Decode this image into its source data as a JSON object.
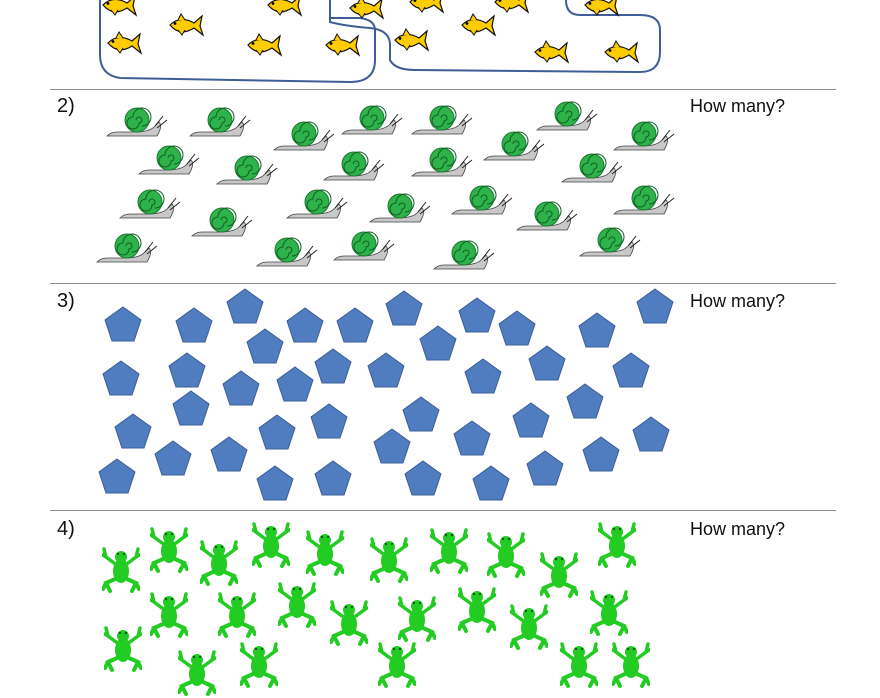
{
  "colors": {
    "fish_body": "#ffcc00",
    "fish_outline": "#111111",
    "group_outline": "#3f5e97",
    "snail_shell": "#2db34a",
    "snail_body": "#c8c8c8",
    "pentagon_fill": "#4f7dc0",
    "pentagon_stroke": "#3a5f99",
    "frog": "#22cc22",
    "divider": "#8a8a8a"
  },
  "sections": [
    {
      "number": "",
      "question": ""
    },
    {
      "number": "2)",
      "question": "How many?",
      "item": "snail"
    },
    {
      "number": "3)",
      "question": "How many?",
      "item": "pentagon"
    },
    {
      "number": "4)",
      "question": "How many?",
      "item": "frog"
    }
  ]
}
